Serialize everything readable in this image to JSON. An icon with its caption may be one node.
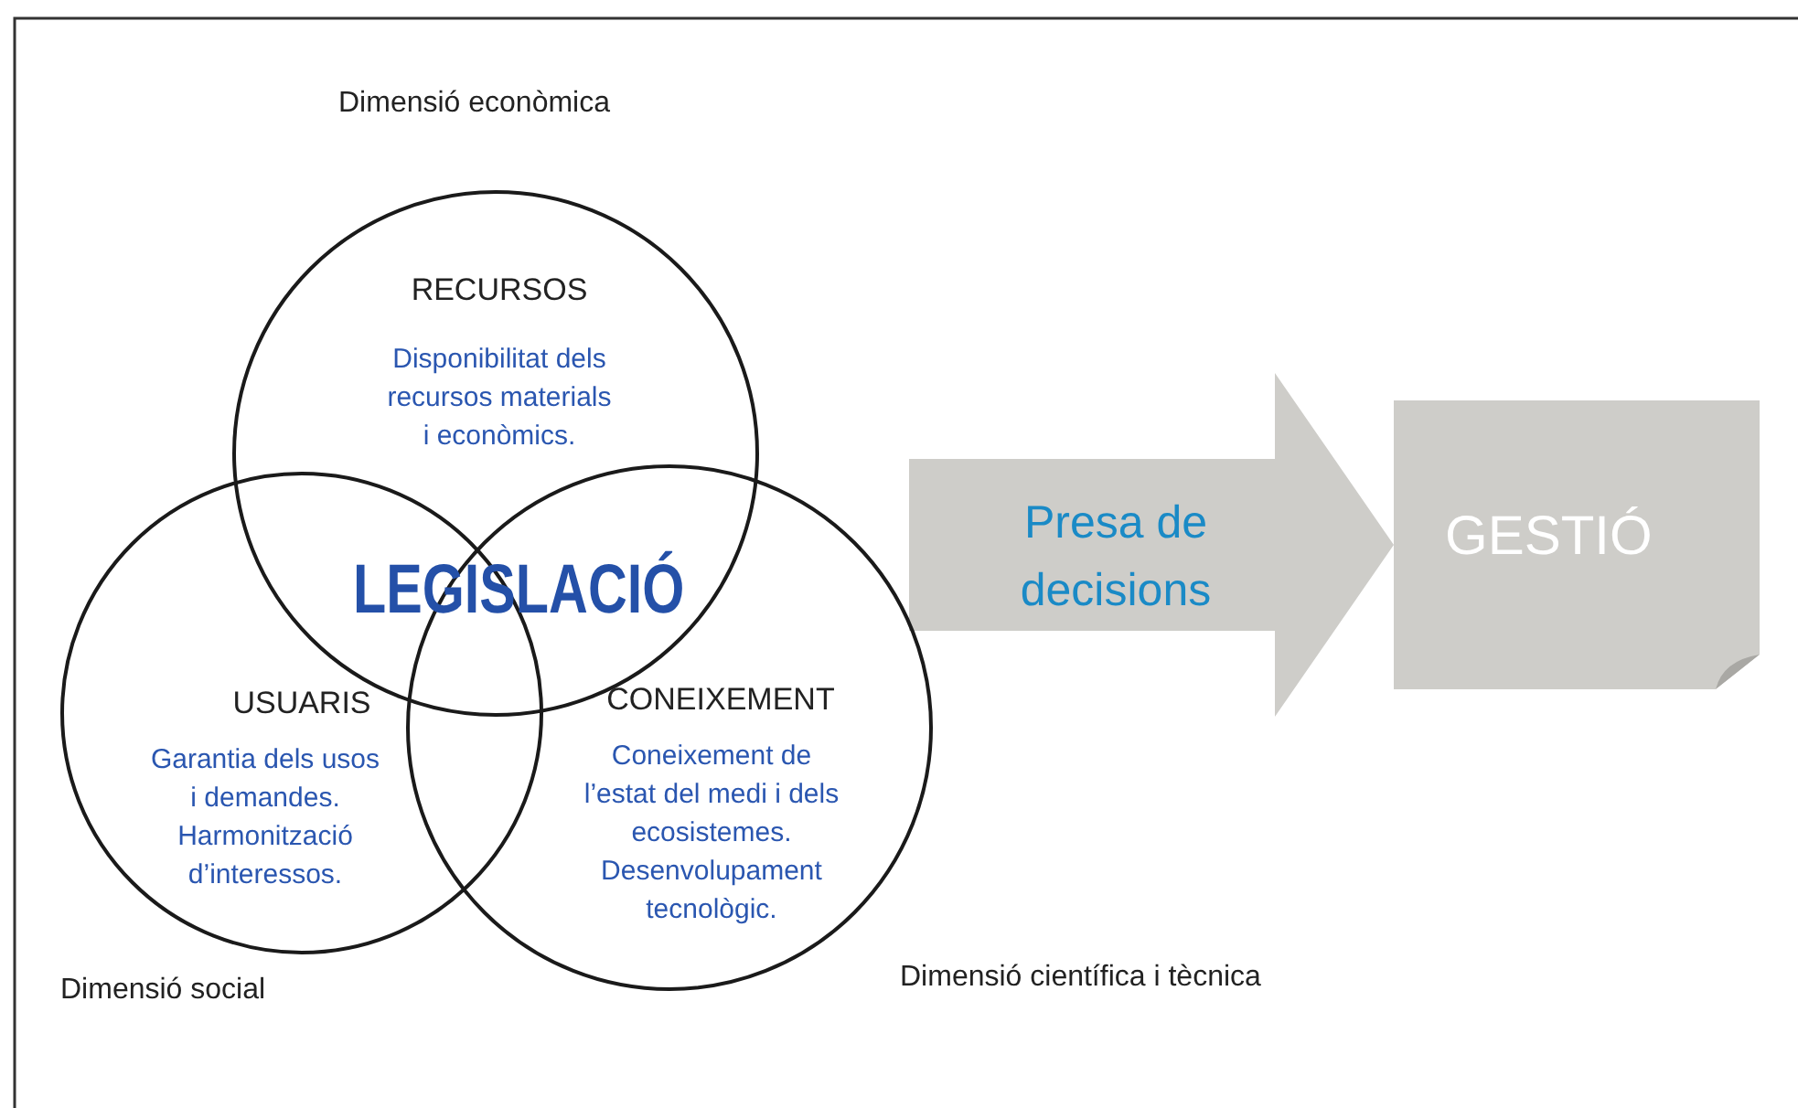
{
  "diagram": {
    "nodes": [
      {
        "text": [
          "RECURSOS",
          "Disponibilitat dels recursos materials i econòmics."
        ],
        "beside": [
          "Dimensió econòmica"
        ]
      },
      {
        "text": [
          "USUARIS",
          "Garantia dels usos i demandes. Harmonització d’interessos."
        ],
        "beside": [
          "Dimensió social"
        ]
      },
      {
        "text": [
          "CONEIXEMENT",
          "Coneixement de l’estat del medi i dels ecosistemes. Desenvolupament tecnològic."
        ],
        "beside": [
          "Dimensió científica i tècnica"
        ]
      },
      {
        "text": [
          "GESTIÓ"
        ]
      }
    ],
    "edges": [
      {
        "from": 2,
        "to": 3,
        "arrow": "to",
        "label": "Presa de decisions",
        "style": "thick"
      }
    ],
    "labels": [
      "LEGISLACIÓ"
    ]
  }
}
